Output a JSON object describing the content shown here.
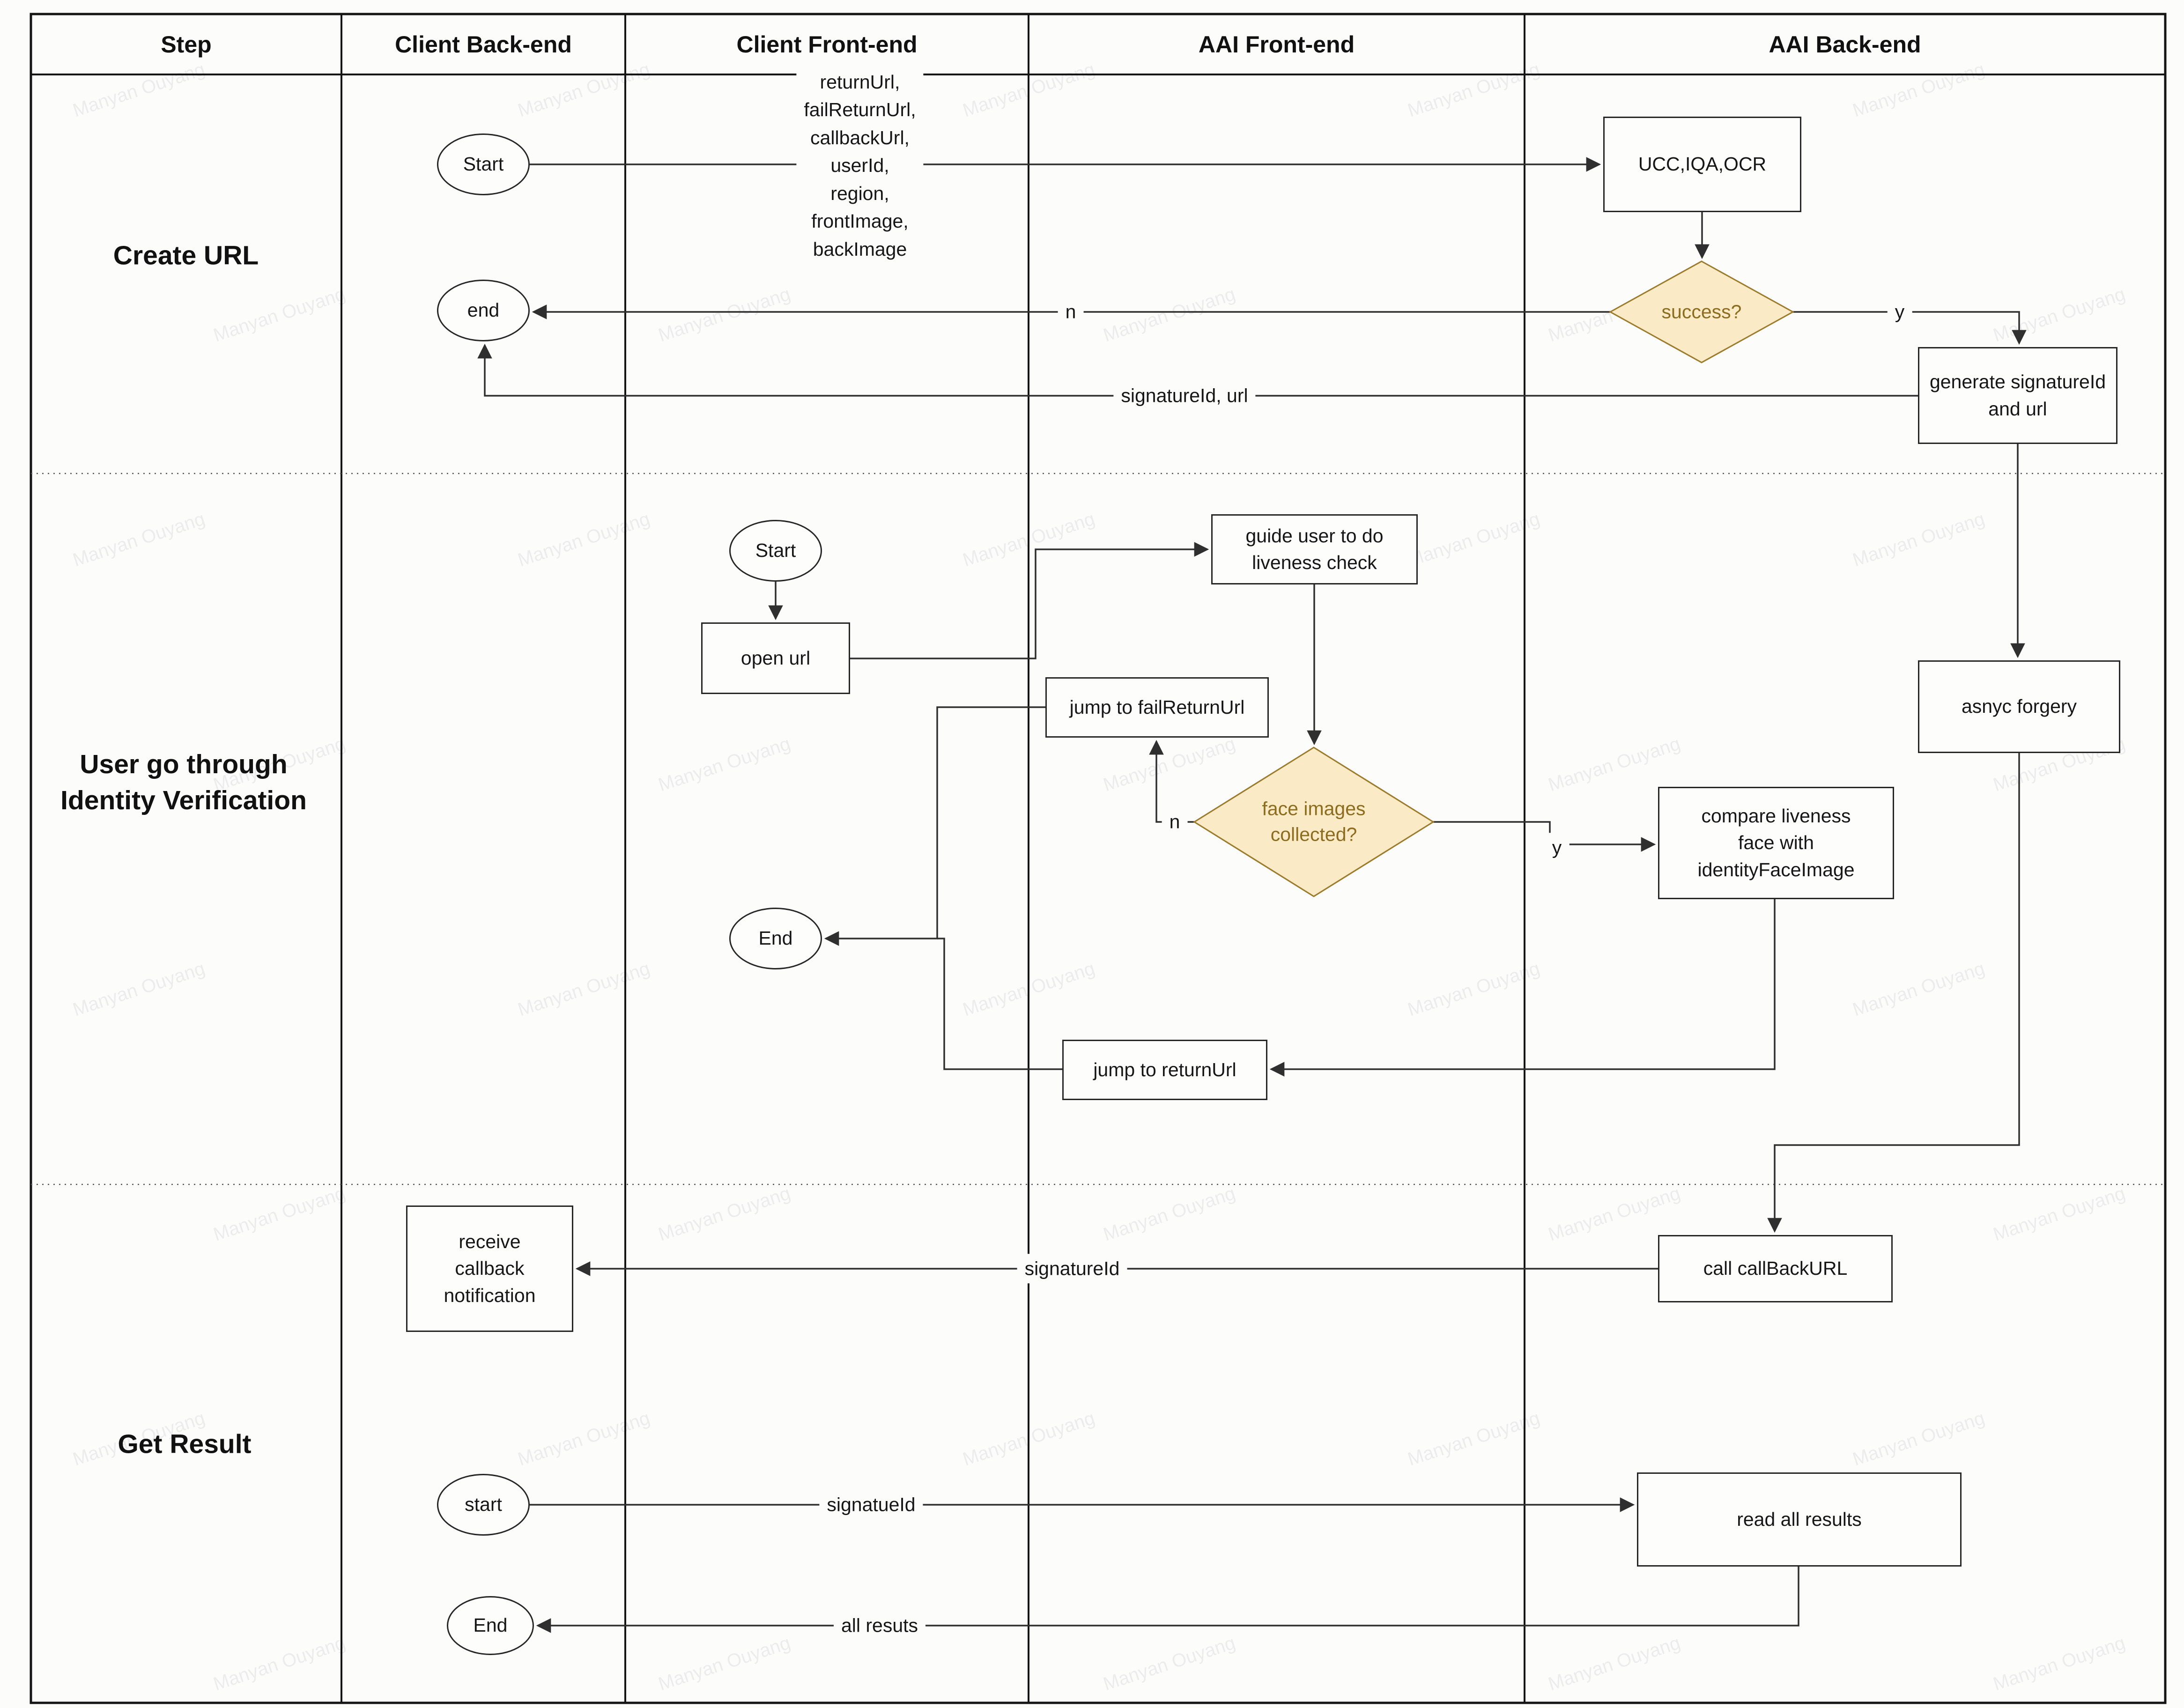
{
  "watermark": {
    "text": "Manyan Ouyang"
  },
  "header": {
    "columns": [
      "Step",
      "Client Back-end",
      "Client Front-end",
      "AAI Front-end",
      "AAI Back-end"
    ]
  },
  "phases": {
    "create_url": "Create URL",
    "identity": "User go through\nIdentity Verification",
    "get_result": "Get Result"
  },
  "nodes": {
    "r1_start": "Start",
    "r1_end": "end",
    "params": "returnUrl,\nfailReturnUrl,\ncallbackUrl,\nuserId,\nregion,\nfrontImage,\nbackImage",
    "ucc": "UCC,IQA,OCR",
    "success": "success?",
    "generate": "generate signatureId\nand url",
    "r2_start": "Start",
    "open_url": "open url",
    "guide": "guide user to do\nliveness check",
    "face": "face images\ncollected?",
    "fail_jump": "jump to failReturnUrl",
    "compare": "compare liveness\nface with\nidentityFaceImage",
    "r2_end": "End",
    "return_jump": "jump to returnUrl",
    "asnyc": "asnyc forgery",
    "call_cb": "call callBackURL",
    "receive": "receive\ncallback\nnotification",
    "r3_start": "start",
    "read_results": "read all results",
    "r3_end": "End"
  },
  "edge_labels": {
    "row1_n": "n",
    "row1_y": "y",
    "row1_signature": "signatureId, url",
    "row2_n": "n",
    "row2_y": "y",
    "row3_signatureid": "signatureId",
    "row3_signatueid": "signatueId",
    "row3_all_results": "all resuts"
  },
  "colors": {
    "diamond_fill": "#faeac6",
    "diamond_stroke": "#9c7c2c",
    "line": "#2f2f2f",
    "grid": "#141414",
    "watermark": "#8b8b8b"
  }
}
